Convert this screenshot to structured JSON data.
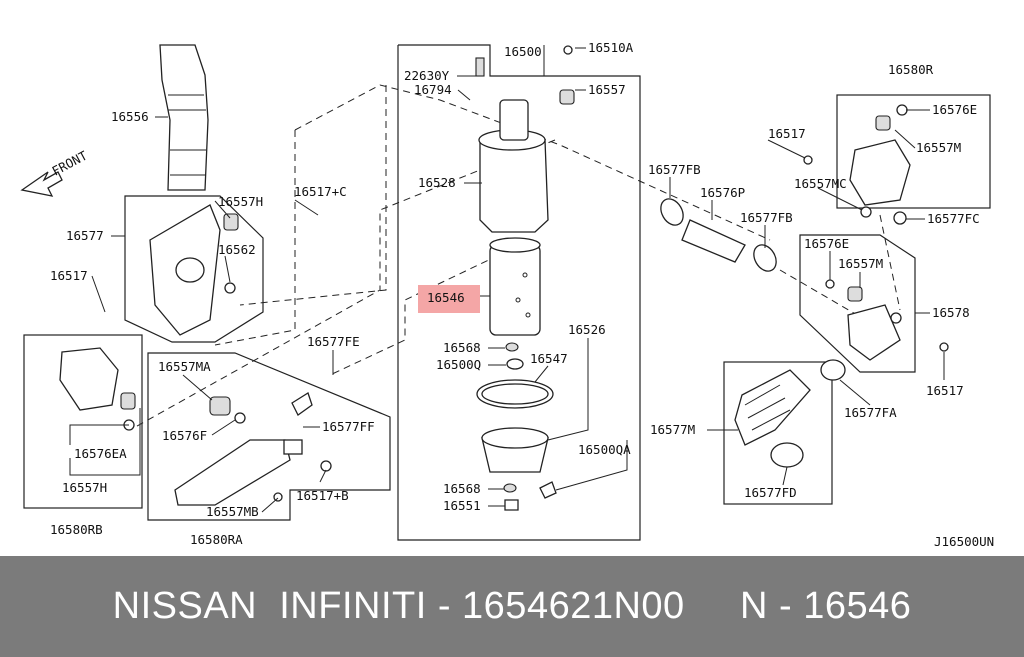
{
  "footer": {
    "text": "NISSAN  INFINITI - 1654621N00     N - 16546"
  },
  "diagram_code": "J16500UN",
  "front_label": "FRONT",
  "highlight": {
    "label": "16546",
    "color": "#f4a6a6"
  },
  "labels": {
    "l16500": "16500",
    "l16510A": "16510A",
    "l22630Y": "22630Y",
    "l16794": "16794",
    "l16557": "16557",
    "l16528": "16528",
    "l16546": "16546",
    "l16568a": "16568",
    "l16500Q": "16500Q",
    "l16547": "16547",
    "l16526": "16526",
    "l16500QA": "16500QA",
    "l16568b": "16568",
    "l16551": "16551",
    "l16556": "16556",
    "l16577": "16577",
    "l16557H_top": "16557H",
    "l16562": "16562",
    "l16517C": "16517+C",
    "l16517_left": "16517",
    "l16577FE": "16577FE",
    "l16557MA": "16557MA",
    "l16576F": "16576F",
    "l16577FF": "16577FF",
    "l16517B": "16517+B",
    "l16557MB": "16557MB",
    "l16580RA": "16580RA",
    "l16576EA": "16576EA",
    "l16557H_bot": "16557H",
    "l16580RB": "16580RB",
    "l16580R": "16580R",
    "l16576E_top": "16576E",
    "l16517_r1": "16517",
    "l16557M_top": "16557M",
    "l16557MC": "16557MC",
    "l16577FC": "16577FC",
    "l16577FB_a": "16577FB",
    "l16576P": "16576P",
    "l16577FB_b": "16577FB",
    "l16576E_mid": "16576E",
    "l16557M_mid": "16557M",
    "l16578": "16578",
    "l16517_r2": "16517",
    "l16577FA": "16577FA",
    "l16577M": "16577M",
    "l16577FD": "16577FD"
  }
}
